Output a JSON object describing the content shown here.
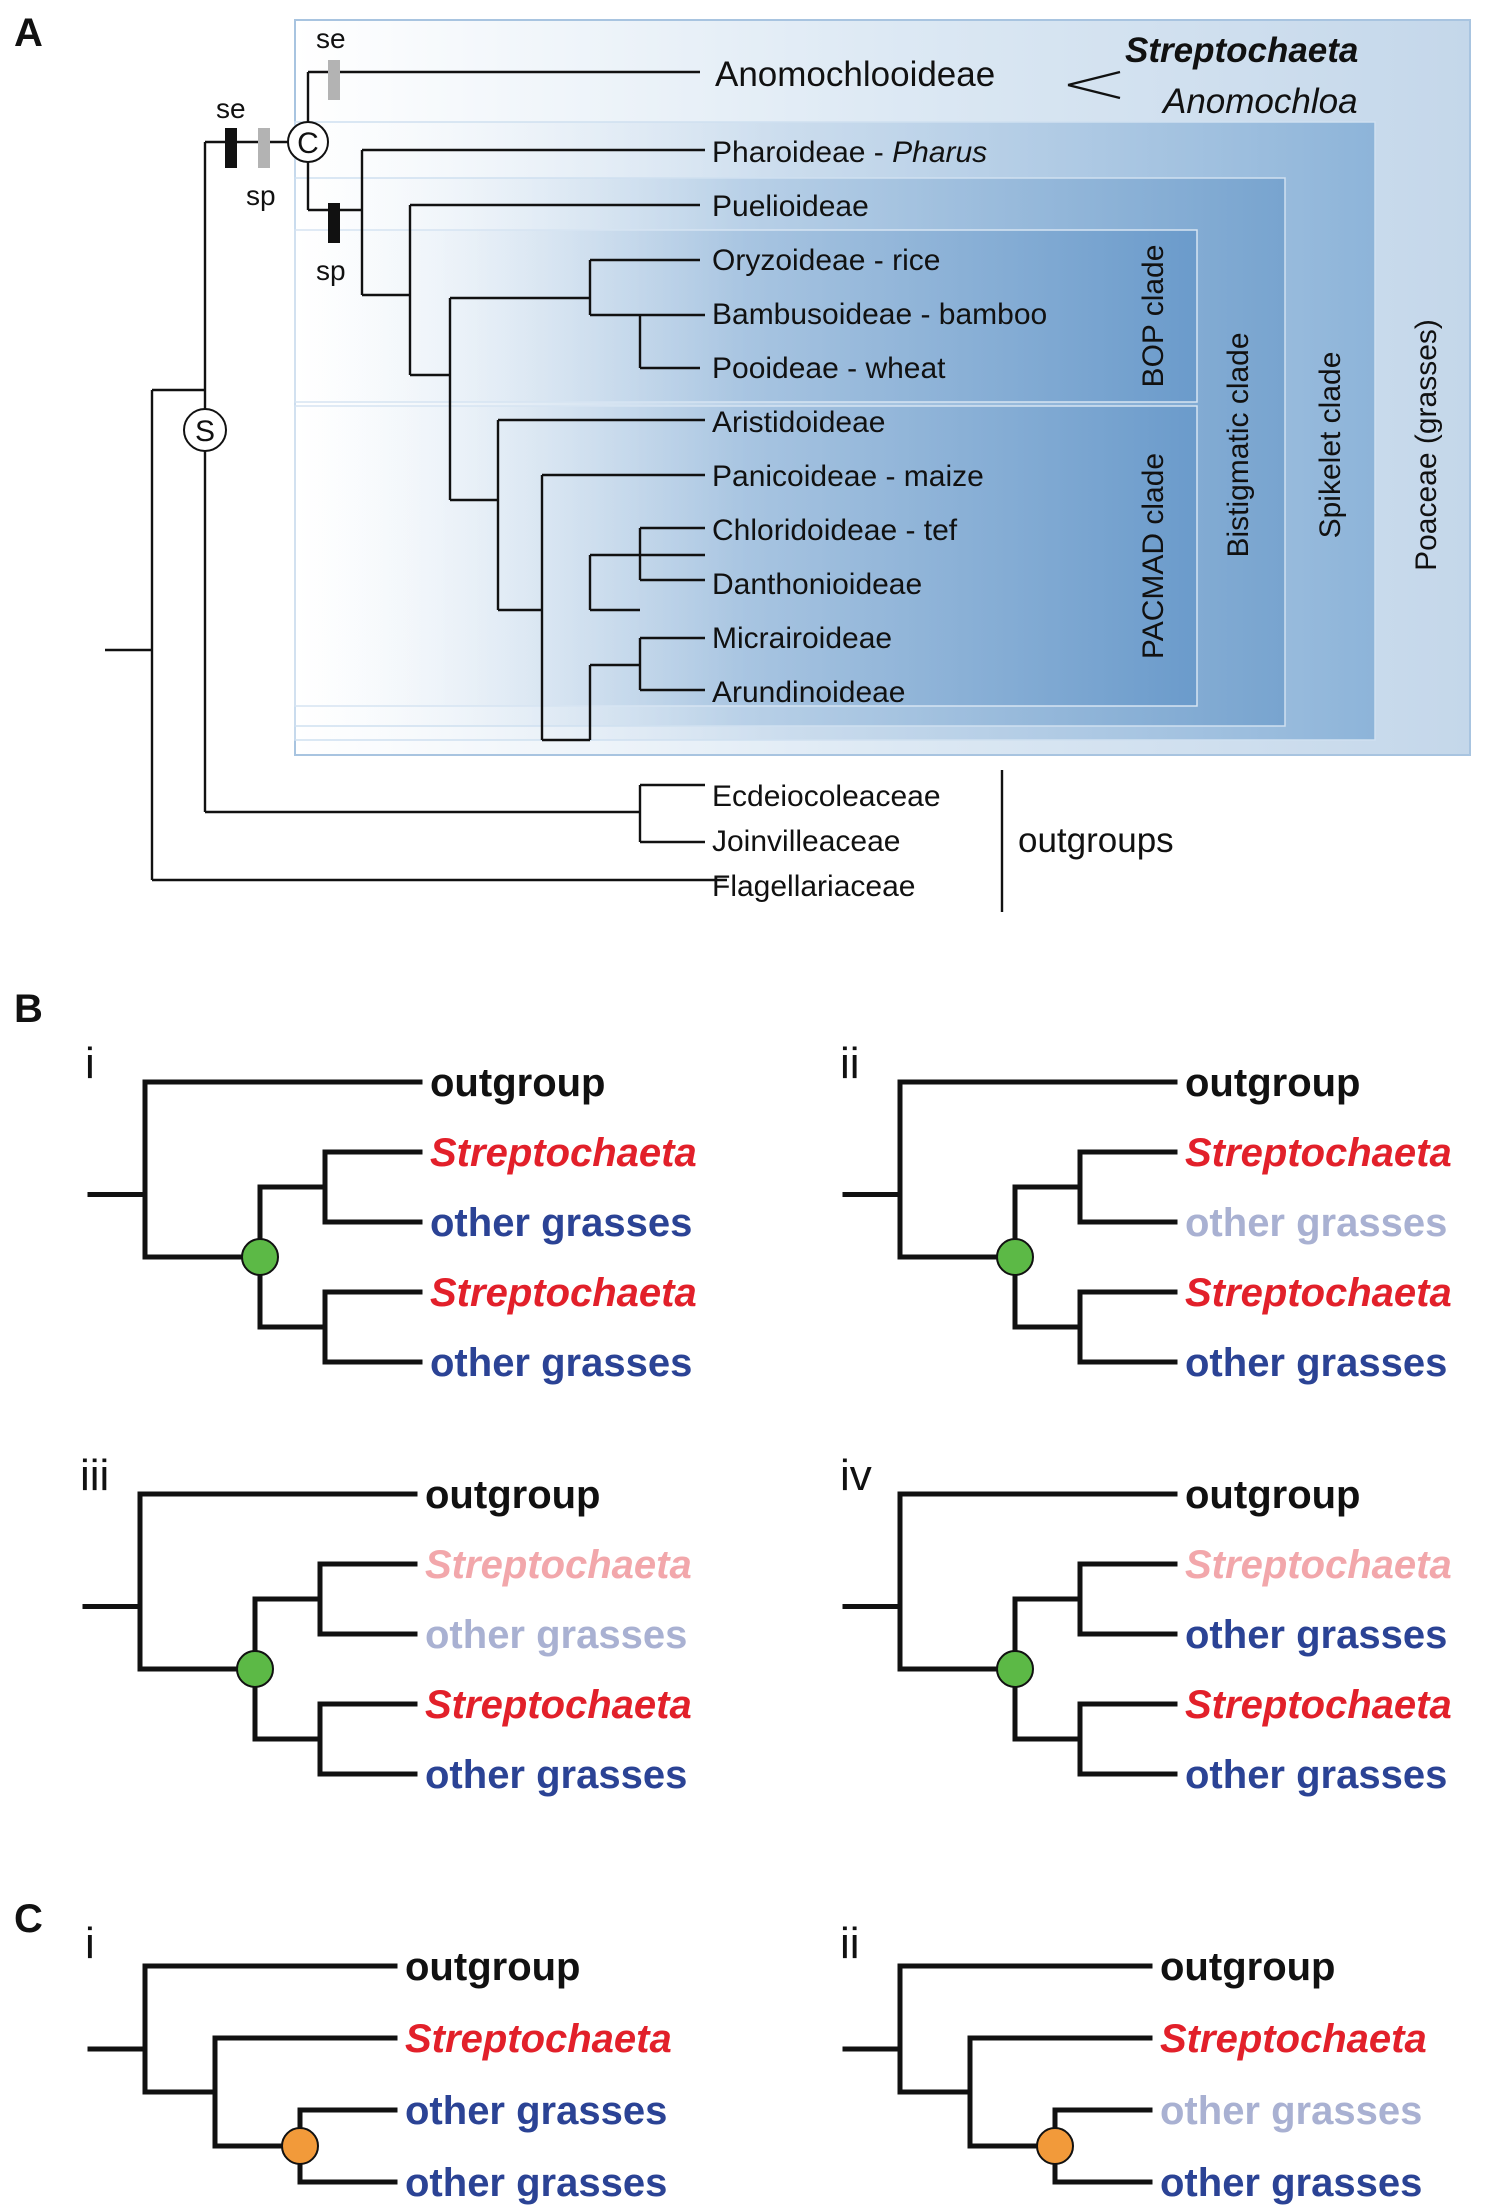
{
  "panels": {
    "A": "A",
    "B": "B",
    "C": "C"
  },
  "panelA": {
    "markers": {
      "se_top": "se",
      "se_left": "se",
      "sp_left": "sp",
      "sp_inner": "sp",
      "node_C": "C",
      "node_S": "S"
    },
    "anomochlooideae": "Anomochlooideae",
    "streptochaeta": "Streptochaeta",
    "anomochloa": "Anomochloa",
    "pharoideae": "Pharoideae - ",
    "pharus": "Pharus",
    "taxa": [
      "Puelioideae",
      "Oryzoideae - rice",
      "Bambusoideae - bamboo",
      "Pooideae - wheat",
      "Aristidoideae",
      "Panicoideae - maize",
      "Chloridoideae - tef",
      "Danthonioideae",
      "Micrairoideae",
      "Arundinoideae"
    ],
    "clades": {
      "bop": "BOP clade",
      "pacmad": "PACMAD clade",
      "bistigmatic": "Bistigmatic clade",
      "spikelet": "Spikelet clade",
      "poaceae": "Poaceae (grasses)"
    },
    "outgroup_taxa": [
      "Ecdeiocoleaceae",
      "Joinvilleaceae",
      "Flagellariaceae"
    ],
    "outgroups_label": "outgroups"
  },
  "panelB": {
    "i": {
      "label": "i",
      "tips": [
        "outgroup",
        "Streptochaeta",
        "other grasses",
        "Streptochaeta",
        "other grasses"
      ],
      "faded": [
        false,
        false,
        false,
        false,
        false
      ]
    },
    "ii": {
      "label": "ii",
      "tips": [
        "outgroup",
        "Streptochaeta",
        "other grasses",
        "Streptochaeta",
        "other grasses"
      ],
      "faded": [
        false,
        false,
        true,
        false,
        false
      ]
    },
    "iii": {
      "label": "iii",
      "tips": [
        "outgroup",
        "Streptochaeta",
        "other grasses",
        "Streptochaeta",
        "other grasses"
      ],
      "faded": [
        false,
        true,
        true,
        false,
        false
      ]
    },
    "iv": {
      "label": "iv",
      "tips": [
        "outgroup",
        "Streptochaeta",
        "other grasses",
        "Streptochaeta",
        "other grasses"
      ],
      "faded": [
        false,
        true,
        false,
        false,
        false
      ]
    }
  },
  "panelC": {
    "i": {
      "label": "i",
      "tips": [
        "outgroup",
        "Streptochaeta",
        "other grasses",
        "other grasses"
      ],
      "faded": [
        false,
        false,
        false,
        false
      ]
    },
    "ii": {
      "label": "ii",
      "tips": [
        "outgroup",
        "Streptochaeta",
        "other grasses",
        "other grasses"
      ],
      "faded": [
        false,
        false,
        true,
        false
      ]
    }
  },
  "colors": {
    "outgroup": "#111111",
    "streptochaeta": "#e2202a",
    "streptochaeta_faded": "#f2a7ab",
    "other_grasses": "#2b4395",
    "other_grasses_faded": "#a9b1d2",
    "duplication_node": "#5cb946",
    "duplication_node_c": "#f29a3a",
    "marker_black": "#111111",
    "marker_grey": "#b3b3b3"
  }
}
